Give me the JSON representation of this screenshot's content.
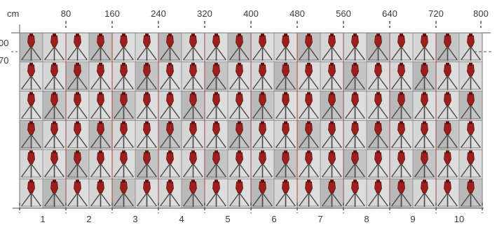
{
  "top_axis": {
    "unit_label": "cm",
    "ticks": [
      "80",
      "160",
      "240",
      "320",
      "400",
      "480",
      "560",
      "640",
      "720",
      "800"
    ]
  },
  "left_axis": {
    "labels": [
      "00",
      "70"
    ]
  },
  "bottom_axis": {
    "panel_numbers": [
      "1",
      "2",
      "3",
      "4",
      "5",
      "6",
      "7",
      "8",
      "9",
      "10"
    ]
  },
  "grid": {
    "columns": 20,
    "rows": 6,
    "motif": "red-figure-on-tripod",
    "colors": {
      "tile_light": "#d6d6d6",
      "tile_dark": "#b9b9b9",
      "figure_red": "#9c1f1d",
      "figure_dark": "#5e1210",
      "tripod": "#4a4a4a",
      "divider_red": "#a33a32",
      "seam": "#8e8e8e",
      "axis_line": "#555555"
    }
  }
}
